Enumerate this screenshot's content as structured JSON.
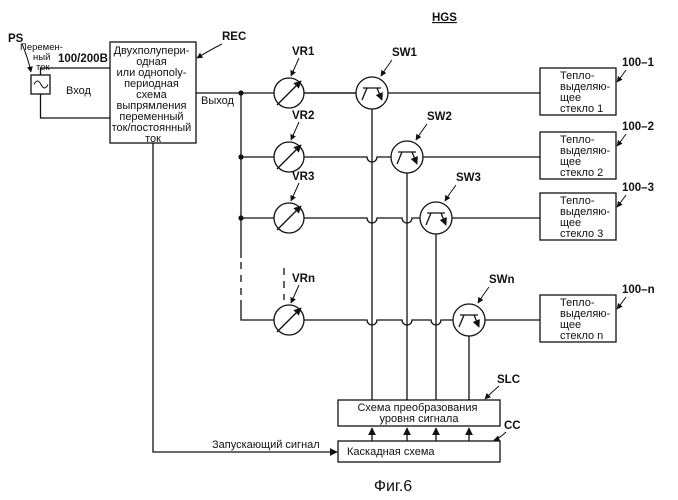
{
  "title": "HGS",
  "caption": "Фиг.6",
  "power_source": {
    "ref": "PS",
    "kind_lines": [
      "Перемен-",
      "ный",
      "ток"
    ],
    "voltage": "100/200В",
    "input_label": "Вход"
  },
  "rectifier": {
    "ref": "REC",
    "lines": [
      "Двухполупери-",
      "одная",
      "или однопolу-",
      "периодная",
      "схема",
      "выпрямления",
      "переменный",
      "ток/постоянный",
      "ток"
    ],
    "output_label": "Выход"
  },
  "channels": [
    {
      "vr": "VR1",
      "sw": "SW1",
      "glass": [
        "Тепло-",
        "выделяю-",
        "щее",
        "стекло 1"
      ],
      "ref": "100–1"
    },
    {
      "vr": "VR2",
      "sw": "SW2",
      "glass": [
        "Тепло-",
        "выделяю-",
        "щее",
        "стекло 2"
      ],
      "ref": "100–2"
    },
    {
      "vr": "VR3",
      "sw": "SW3",
      "glass": [
        "Тепло-",
        "выделяю-",
        "щее",
        "стекло 3"
      ],
      "ref": "100–3"
    },
    {
      "vr": "VRn",
      "sw": "SWn",
      "glass": [
        "Тепло-",
        "выделяю-",
        "щее",
        "стекло n"
      ],
      "ref": "100–n"
    }
  ],
  "level_shifter": {
    "ref": "SLC",
    "lines": [
      "Схема преобразования",
      "уровня сигнала"
    ]
  },
  "cascade": {
    "ref": "CC",
    "label": "Каскадная схема",
    "start_signal": "Запускающий сигнал"
  }
}
